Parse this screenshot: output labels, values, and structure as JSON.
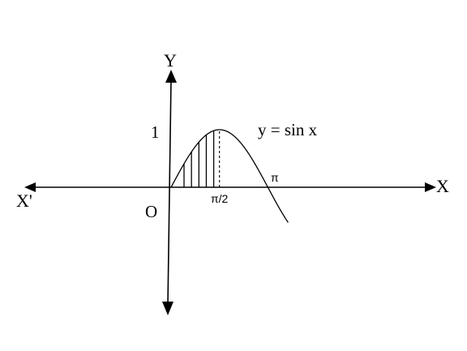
{
  "labels": {
    "y_axis": "Y",
    "x_axis": "X",
    "x_axis_negative": "X'",
    "origin": "O",
    "y_tick_one": "1",
    "half_pi": "π/2",
    "pi": "π",
    "curve_equation": "y = sin x"
  },
  "diagram": {
    "function": "sin",
    "x_range": [
      0,
      3.8
    ],
    "max_value": 1,
    "hatched_interval": [
      0,
      1.5708
    ],
    "hatch_count": 5
  }
}
